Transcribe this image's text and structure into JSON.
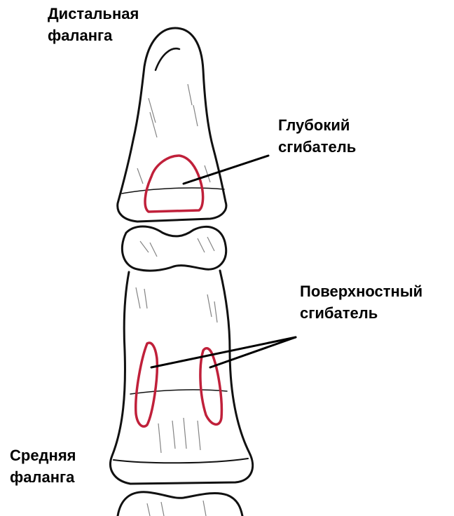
{
  "labels": {
    "distal_phalanx": {
      "line1": "Дистальная",
      "line2": "фаланга"
    },
    "deep_flexor": {
      "line1": "Глубокий",
      "line2": "сгибатель"
    },
    "superficial_flexor": {
      "line1": "Поверхностный",
      "line2": "сгибатель"
    },
    "middle_phalanx": {
      "line1": "Средняя",
      "line2": "фаланга"
    }
  },
  "colors": {
    "bone_outline": "#111111",
    "bone_shading": "#6e6e6e",
    "insertion_outline": "#c0203a",
    "leader_line": "#000000",
    "text": "#000000"
  }
}
